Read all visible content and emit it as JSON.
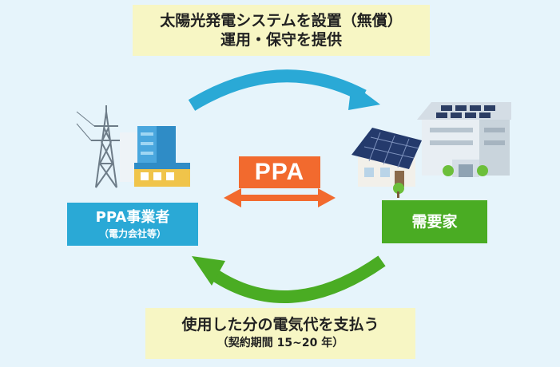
{
  "top_label": {
    "line1": "太陽光発電システムを設置（無償）",
    "line2": "運用・保守を提供"
  },
  "bottom_label": {
    "line1": "使用した分の電気代を支払う",
    "line2": "（契約期間 15~20 年）"
  },
  "center_label": "PPA",
  "provider": {
    "name": "PPA事業者",
    "sub": "（電力会社等）"
  },
  "consumer": {
    "name": "需要家"
  },
  "colors": {
    "background": "#e6f4fb",
    "note_box": "#f7f6c4",
    "top_arrow": "#2aa9d6",
    "bottom_arrow": "#4aac23",
    "ppa_box": "#f26a2e",
    "provider_box": "#2aa9d6",
    "consumer_box": "#4aac23"
  },
  "icons": [
    "power-tower-icon",
    "power-plant-building-icon",
    "solar-house-icon",
    "solar-factory-icon",
    "double-arrow-icon"
  ]
}
